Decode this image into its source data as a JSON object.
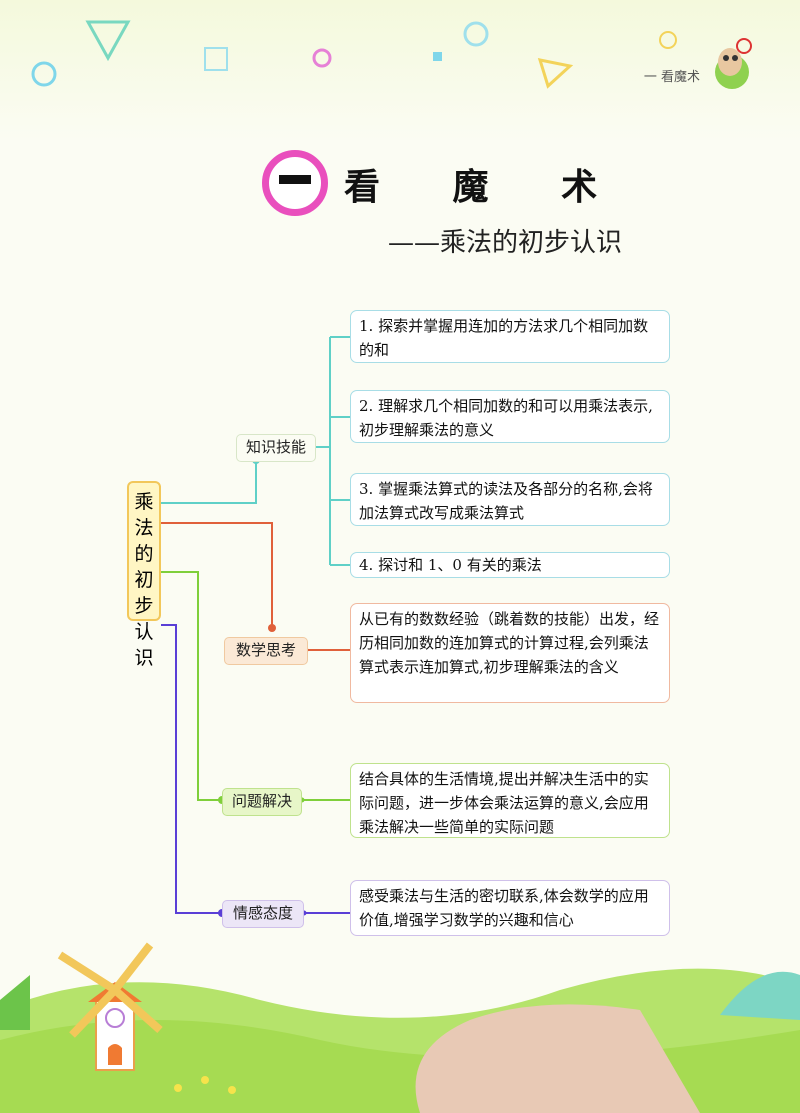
{
  "header": {
    "section_label": "一  看魔术"
  },
  "title": {
    "main": "看 魔 术",
    "subtitle": "——乘法的初步认识"
  },
  "root_node": {
    "chars": [
      "乘",
      "法",
      "的",
      "初",
      "步",
      "认",
      "识"
    ]
  },
  "branches": {
    "knowledge": {
      "label": "知识技能",
      "items": [
        "1. 探索并掌握用连加的方法求几个相同加数的和",
        "2. 理解求几个相同加数的和可以用乘法表示,初步理解乘法的意义",
        "3. 掌握乘法算式的读法及各部分的名称,会将加法算式改写成乘法算式",
        "4. 探讨和 1、0 有关的乘法"
      ]
    },
    "math_thinking": {
      "label": "数学思考",
      "text": "从已有的数数经验（跳着数的技能）出发，经历相同加数的连加算式的计算过程,会列乘法算式表示连加算式,初步理解乘法的含义"
    },
    "problem_solving": {
      "label": "问题解决",
      "text": "结合具体的生活情境,提出并解决生活中的实际问题，进一步体会乘法运算的意义,会应用乘法解决一些简单的实际问题"
    },
    "attitude": {
      "label": "情感态度",
      "text": "感受乘法与生活的密切联系,体会数学的应用价值,增强学习数学的兴趣和信心"
    }
  },
  "colors": {
    "knowledge": "#5fd0c7",
    "math_thinking": "#e0603a",
    "problem_solving": "#7fcf3a",
    "attitude": "#5a3fd6",
    "title_circle": "#e94fbd"
  }
}
